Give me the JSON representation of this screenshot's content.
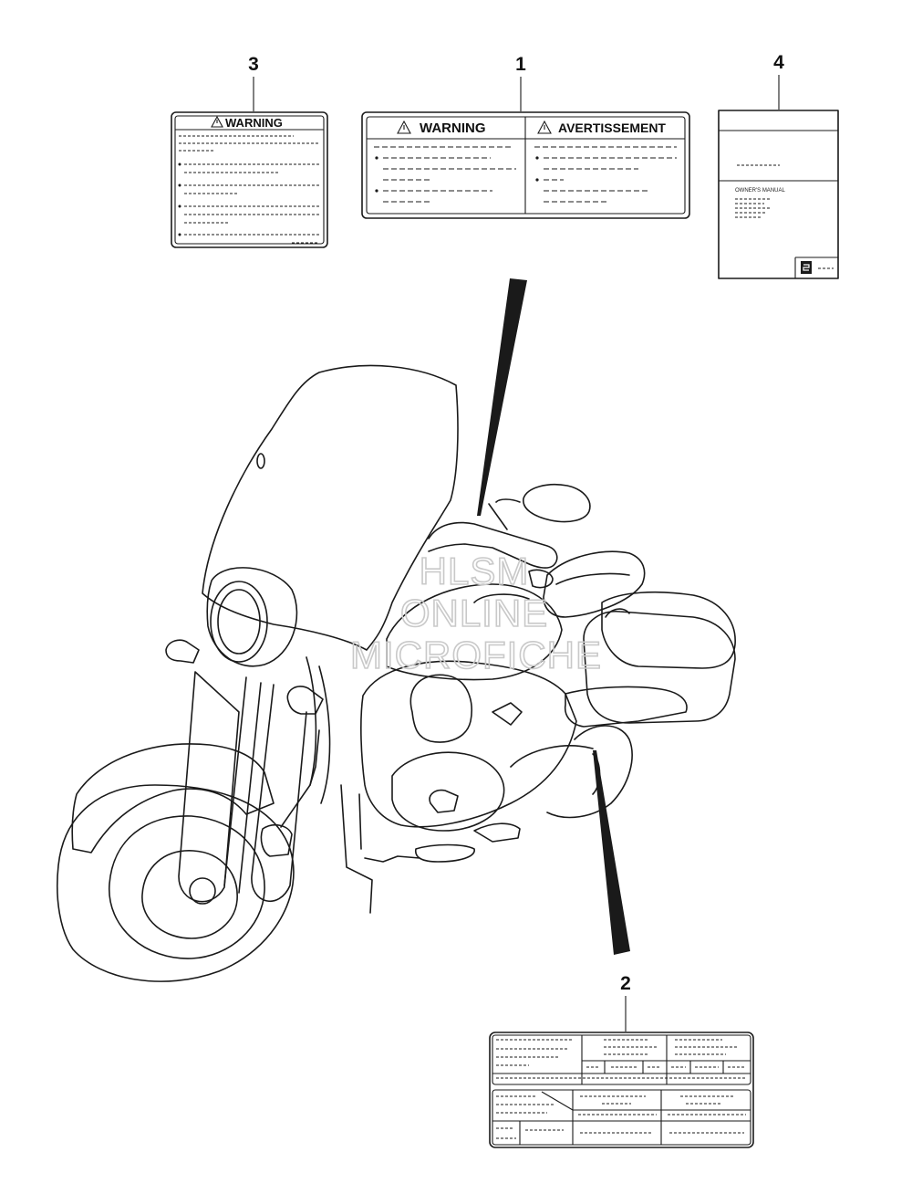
{
  "callouts": {
    "label1": "1",
    "label2": "2",
    "label3": "3",
    "label4": "4"
  },
  "labels": {
    "warning_en": "WARNING",
    "warning_fr": "AVERTISSEMENT",
    "manual_title": "OWNER'S MANUAL"
  },
  "watermark": {
    "line1": "HLSM",
    "line2": "ONLINE",
    "line3": "MICROFICHE"
  },
  "icons": {
    "warning": "warning-triangle-icon",
    "brand": "suzuki-s-logo-icon"
  },
  "colors": {
    "line": "#1a1a1a",
    "watermark": "#c9c9c9"
  }
}
